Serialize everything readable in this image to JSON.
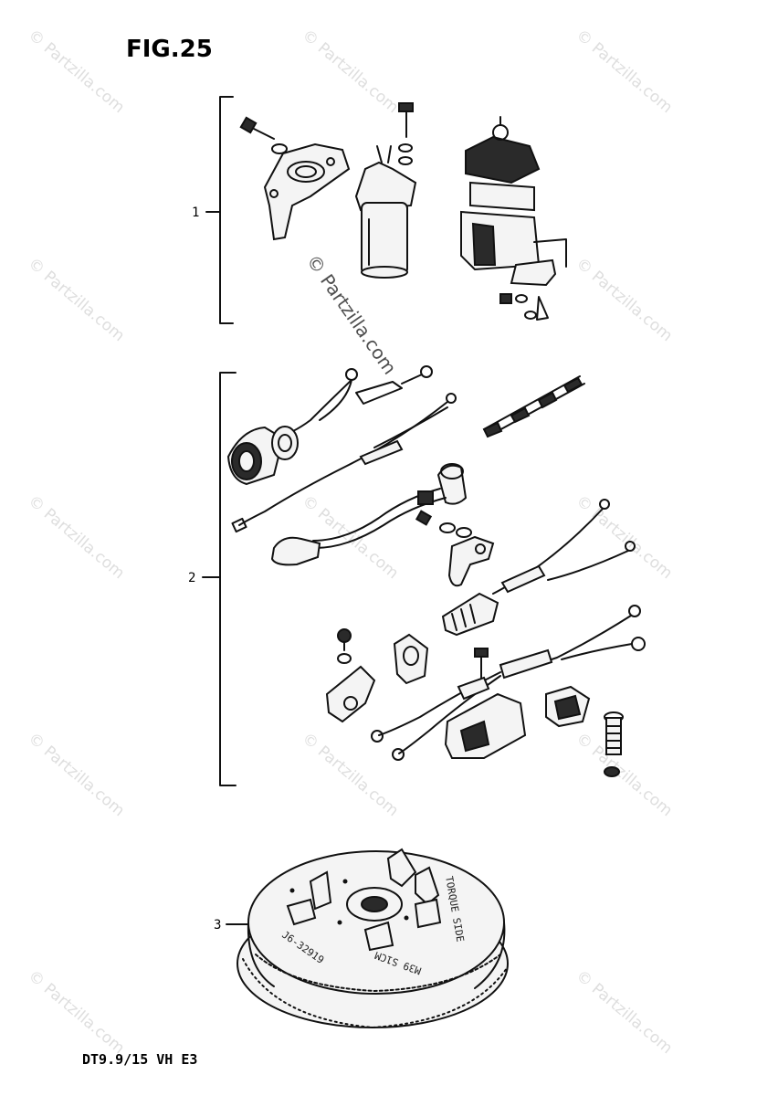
{
  "figure": {
    "title": "FIG.25",
    "model_code": "DT9.9/15 VH E3"
  },
  "callouts": [
    "1",
    "2",
    "3"
  ],
  "watermark": {
    "text": "© Partzilla.com"
  },
  "flywheel_markings": {
    "left": "J6-32919",
    "center": "M39 S1CM",
    "right": "TORQUE SIDE"
  },
  "colors": {
    "ink": "#111111",
    "background": "#ffffff",
    "watermark": "#c4c4c4"
  }
}
